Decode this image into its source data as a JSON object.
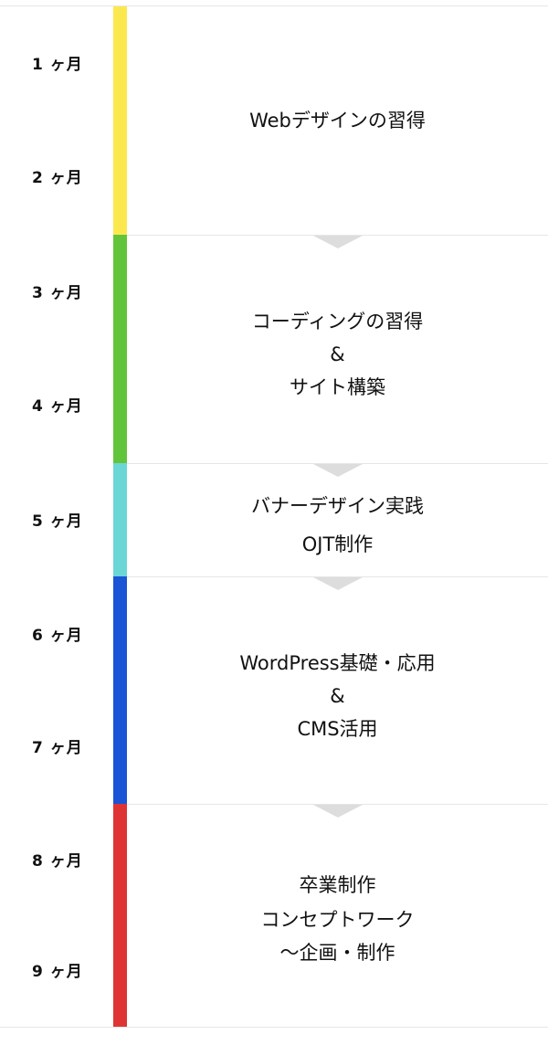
{
  "months": [
    {
      "num": "1",
      "unit": "ヶ月"
    },
    {
      "num": "2",
      "unit": "ヶ月"
    },
    {
      "num": "3",
      "unit": "ヶ月"
    },
    {
      "num": "4",
      "unit": "ヶ月"
    },
    {
      "num": "5",
      "unit": "ヶ月"
    },
    {
      "num": "6",
      "unit": "ヶ月"
    },
    {
      "num": "7",
      "unit": "ヶ月"
    },
    {
      "num": "8",
      "unit": "ヶ月"
    },
    {
      "num": "9",
      "unit": "ヶ月"
    }
  ],
  "stages": [
    {
      "color": "#fbe84e",
      "lines": [
        "Webデザインの習得"
      ]
    },
    {
      "color": "#62c43b",
      "lines": [
        "コーディングの習得",
        "&",
        "サイト構築"
      ]
    },
    {
      "color": "#6bd6d6",
      "lines": [
        "バナーデザイン実践",
        "OJT制作"
      ]
    },
    {
      "color": "#1a55d6",
      "lines": [
        "WordPress基礎・応用",
        "&",
        "CMS活用"
      ]
    },
    {
      "color": "#df3434",
      "lines": [
        "卒業制作",
        "コンセプトワーク",
        "〜企画・制作"
      ]
    }
  ]
}
